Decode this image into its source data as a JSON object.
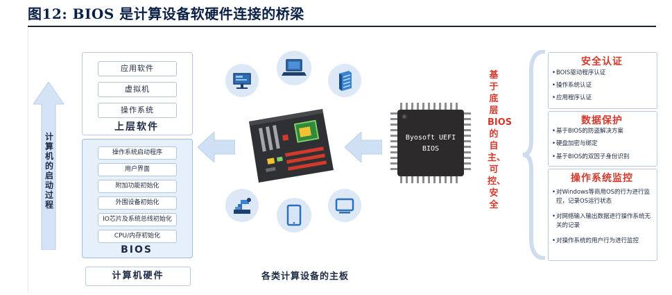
{
  "figure": {
    "title": "图12:  BIOS 是计算设备软硬件连接的桥梁",
    "boot_process_label": "计算机的启动过程",
    "caption": "各类计算设备的主板"
  },
  "upper_layer": {
    "items": [
      "应用软件",
      "虚拟机",
      "操作系统"
    ],
    "label": "上层软件"
  },
  "bios_layer": {
    "items": [
      "操作系统启动程序",
      "用户界面",
      "附加功能初始化",
      "外围设备初始化",
      "IO芯片及系统总线初始化",
      "CPU/内存初始化"
    ],
    "label": "BIOS"
  },
  "hardware": {
    "label": "计算机硬件"
  },
  "chip": {
    "line1": "Byosoft UEFI",
    "line2": "BIOS"
  },
  "side_text": "基于底层BIOS的自主、可控、安全",
  "panels": [
    {
      "title": "安全认证",
      "bullets": [
        "BOIS驱动程序认证",
        "操作系统认证",
        "应用程序认证"
      ]
    },
    {
      "title": "数据保护",
      "bullets": [
        "基于BIOS的防盗解决方案",
        "硬盘加密与绑定",
        "基于BIOS的双因子身份识别"
      ]
    },
    {
      "title": "操作系统监控",
      "bullets": [
        "对Windows等商用OS的行为进行监控，记录OS运行状态",
        "对网络输入输出数据进行操作系统无关的记录",
        "对操作系统的用户行为进行监控"
      ]
    }
  ],
  "icons": [
    "monitor-icon",
    "laptop-icon",
    "server-icon",
    "robot-arm-icon",
    "tablet-icon",
    "display-icon"
  ],
  "colors": {
    "accent_red": "#d23a2e",
    "arrow_blue": "#cfe0f4",
    "chip_dark": "#2d2a2b",
    "board_dark": "#2f3034"
  }
}
